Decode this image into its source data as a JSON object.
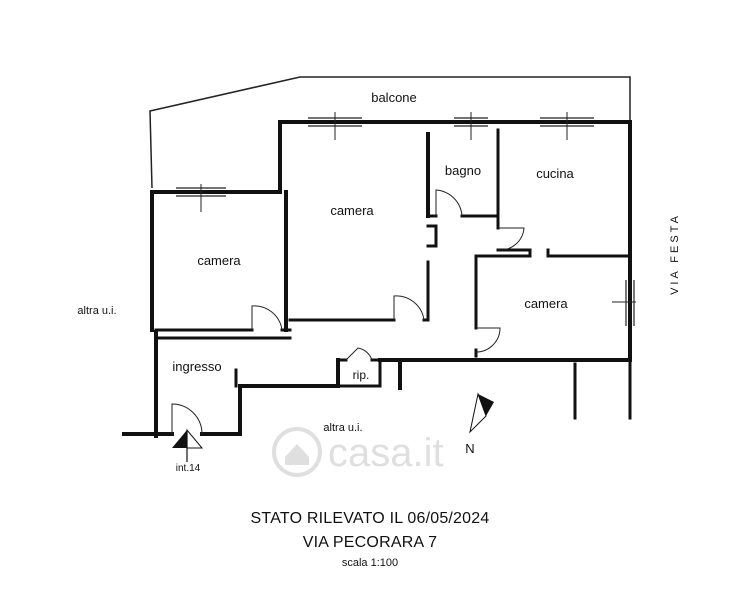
{
  "rooms": {
    "balcone": "balcone",
    "camera_left": "camera",
    "camera_center": "camera",
    "bagno": "bagno",
    "cucina": "cucina",
    "camera_right": "camera",
    "ingresso": "ingresso",
    "rip": "rip."
  },
  "surroundings": {
    "altra_left": "altra u.i.",
    "altra_bottom": "altra u.i.",
    "street": "VIA FESTA",
    "entrance_label": "int.14",
    "north": "N"
  },
  "watermark": "casa.it",
  "caption": {
    "line1": "STATO RILEVATO IL 06/05/2024",
    "line2": "VIA PECORARA 7",
    "scale": "scala 1:100"
  }
}
